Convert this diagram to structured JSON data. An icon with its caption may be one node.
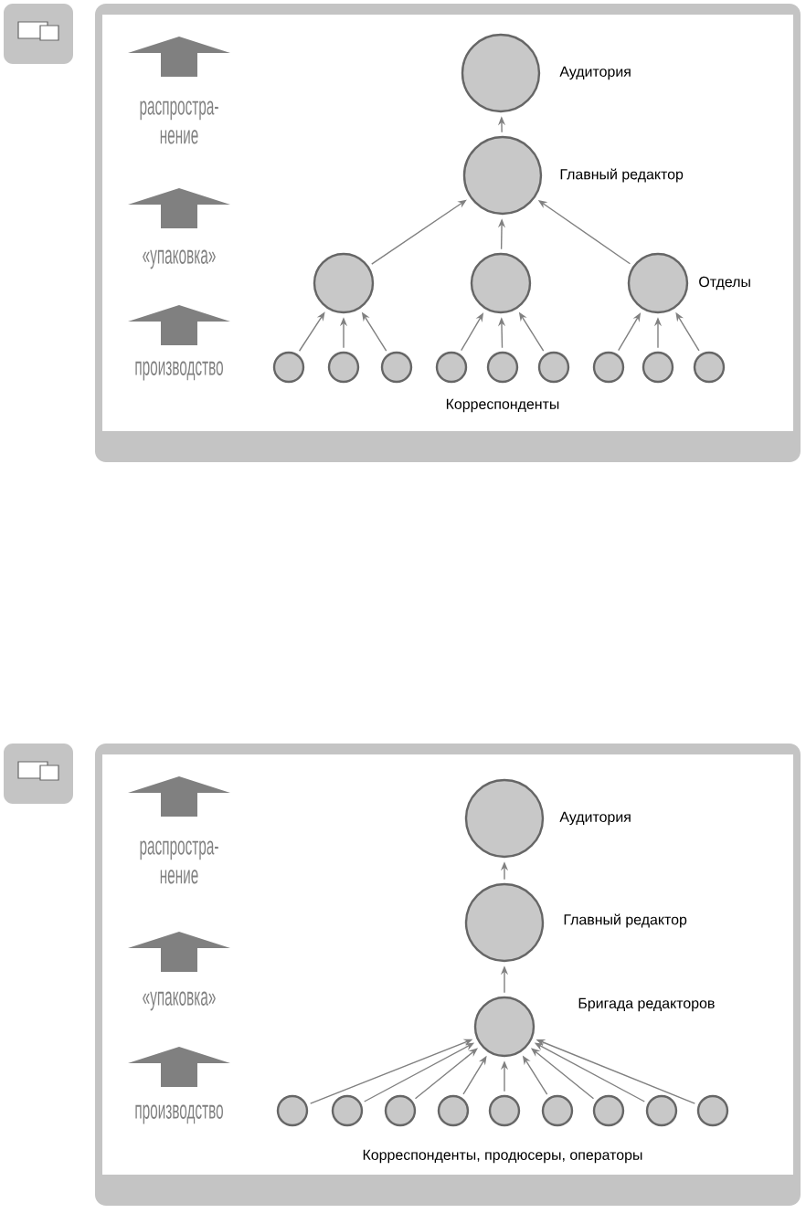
{
  "diagram": {
    "nodes": [
      {
        "text": [],
        "shape": "circle",
        "beside": [
          "Аудитория"
        ]
      },
      {
        "text": [],
        "shape": "circle",
        "beside": [
          "Главный редактор"
        ]
      },
      {
        "text": [],
        "shape": "circle"
      },
      {
        "text": [],
        "shape": "circle"
      },
      {
        "text": [],
        "shape": "circle"
      },
      {
        "text": [],
        "shape": "circle"
      },
      {
        "text": [],
        "shape": "circle"
      },
      {
        "text": [],
        "shape": "circle"
      },
      {
        "text": [],
        "shape": "circle"
      },
      {
        "text": [],
        "shape": "circle"
      },
      {
        "text": [],
        "shape": "circle"
      },
      {
        "text": [],
        "shape": "circle"
      },
      {
        "text": [],
        "shape": "circle"
      },
      {
        "text": [],
        "shape": "circle"
      },
      {
        "text": [],
        "shape": "circle",
        "beside": [
          "Аудитория"
        ]
      },
      {
        "text": [],
        "shape": "circle",
        "beside": [
          "Главный редактор"
        ]
      },
      {
        "text": [],
        "shape": "circle",
        "beside": [
          "Бригада редакторов"
        ]
      },
      {
        "text": [],
        "shape": "circle"
      },
      {
        "text": [],
        "shape": "circle"
      },
      {
        "text": [],
        "shape": "circle"
      },
      {
        "text": [],
        "shape": "circle"
      },
      {
        "text": [],
        "shape": "circle"
      },
      {
        "text": [],
        "shape": "circle"
      },
      {
        "text": [],
        "shape": "circle"
      },
      {
        "text": [],
        "shape": "circle"
      },
      {
        "text": [],
        "shape": "circle"
      }
    ],
    "edges": [
      {
        "from": 1,
        "to": 0,
        "arrow": "to"
      },
      {
        "from": 2,
        "to": 1,
        "arrow": "to"
      },
      {
        "from": 3,
        "to": 1,
        "arrow": "to"
      },
      {
        "from": 4,
        "to": 1,
        "arrow": "to"
      },
      {
        "from": 5,
        "to": 2,
        "arrow": "to"
      },
      {
        "from": 6,
        "to": 2,
        "arrow": "to"
      },
      {
        "from": 7,
        "to": 2,
        "arrow": "to"
      },
      {
        "from": 8,
        "to": 3,
        "arrow": "to"
      },
      {
        "from": 9,
        "to": 3,
        "arrow": "to"
      },
      {
        "from": 10,
        "to": 3,
        "arrow": "to"
      },
      {
        "from": 11,
        "to": 4,
        "arrow": "to"
      },
      {
        "from": 12,
        "to": 4,
        "arrow": "to"
      },
      {
        "from": 13,
        "to": 4,
        "arrow": "to"
      },
      {
        "from": 15,
        "to": 14,
        "arrow": "to"
      },
      {
        "from": 16,
        "to": 15,
        "arrow": "to"
      },
      {
        "from": 17,
        "to": 16,
        "arrow": "to"
      },
      {
        "from": 18,
        "to": 16,
        "arrow": "to"
      },
      {
        "from": 19,
        "to": 16,
        "arrow": "to"
      },
      {
        "from": 20,
        "to": 16,
        "arrow": "to"
      },
      {
        "from": 21,
        "to": 16,
        "arrow": "to"
      },
      {
        "from": 22,
        "to": 16,
        "arrow": "to"
      },
      {
        "from": 23,
        "to": 16,
        "arrow": "to"
      },
      {
        "from": 24,
        "to": 16,
        "arrow": "to"
      },
      {
        "from": 25,
        "to": 16,
        "arrow": "to"
      }
    ],
    "labels": [
      "распростра- нение",
      "«упаковка»",
      "производство",
      "Отделы",
      "Корреспонденты",
      "распростра- нение",
      "«упаковка»",
      "производство",
      "Корреспонденты, продюсеры, операторы"
    ]
  }
}
